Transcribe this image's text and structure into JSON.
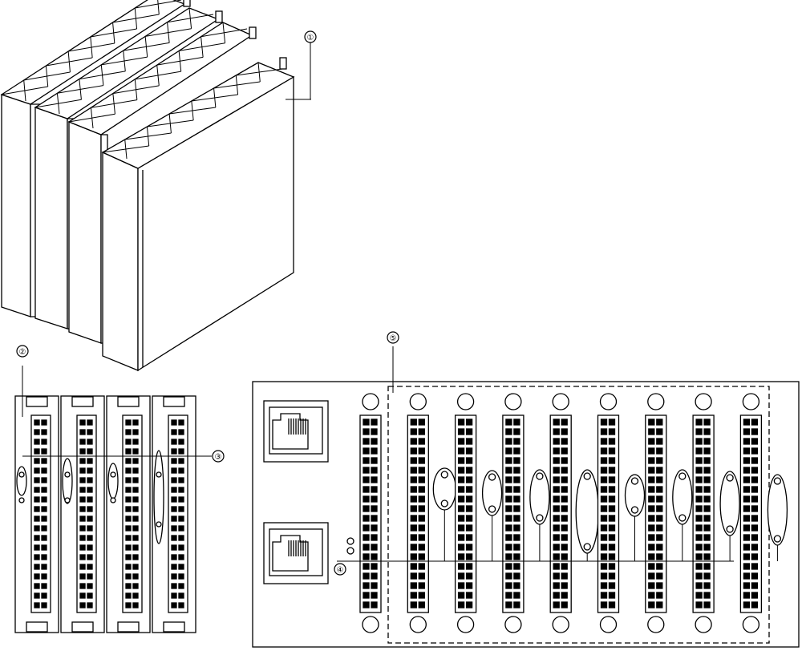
{
  "callouts": [
    {
      "id": "callout-1",
      "label": "①"
    },
    {
      "id": "callout-2",
      "label": "②"
    },
    {
      "id": "callout-3",
      "label": "③"
    },
    {
      "id": "callout-4",
      "label": "④"
    },
    {
      "id": "callout-5",
      "label": "⑤"
    }
  ],
  "module_stack": {
    "module_count": 4
  },
  "front_panel": {
    "module_count": 4
  },
  "backplane": {
    "rj45_port_count": 2,
    "connector_count": 9,
    "slots_in_dashed_region": 8,
    "pins_per_connector_column": 20
  },
  "colors": {
    "line": "#000000",
    "background": "#ffffff",
    "fill": "#ffffff"
  }
}
